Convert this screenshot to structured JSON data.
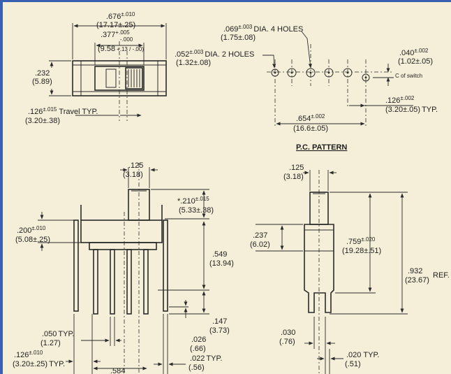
{
  "pc_pattern": {
    "title": "P.C. PATTERN"
  },
  "top_view": {
    "width_in": ".676",
    "width_tol": "±.010",
    "width_mm": "(17.17±.25)",
    "slot_in": ".377",
    "slot_tol_plus": "+.005",
    "slot_tol_minus": "-.000",
    "slot_mm": "(9.58",
    "slot_mm_tol": "+.13 / -.00)",
    "height_in": ".232",
    "height_mm": "(5.89)",
    "travel_in": ".126",
    "travel_tol": "±.015",
    "travel_label": "Travel TYP.",
    "travel_mm": "(3.20±.38)"
  },
  "pattern": {
    "dia4_in": ".069",
    "dia4_tol": "±.003",
    "dia4_label": "DIA. 4 HOLES",
    "dia4_mm": "(1.75±.08)",
    "dia2_in": ".052",
    "dia2_tol": "±.003",
    "dia2_label": "DIA. 2 HOLES",
    "dia2_mm": "(1.32±.08)",
    "offset_in": ".040",
    "offset_tol": "±.002",
    "offset_mm": "(1.02±.05)",
    "cl_label": "C of switch",
    "pitch_in": ".126",
    "pitch_tol": "±.002",
    "pitch_mm": "(3.20±.05)",
    "pitch_typ": "TYP.",
    "span_in": ".654",
    "span_tol": "±.002",
    "span_mm": "(16.6±.05)"
  },
  "front_view": {
    "act_w_in": ".125",
    "act_w_mm": "(3.18)",
    "act_h_in": "*.210",
    "act_h_tol": "±.015",
    "act_h_mm": "(5.33±.38)",
    "flange_in": ".200",
    "flange_tol": "±.010",
    "flange_mm": "(5.08±.25)",
    "body_in": ".549",
    "body_mm": "(13.94)",
    "pin_in": ".147",
    "pin_mm": "(3.73)",
    "pinw_in": ".050",
    "pinw_mm": "(1.27)",
    "pinw_typ": "TYP.",
    "pitch_in": ".126",
    "pitch_tol": "±.010",
    "pitch_mm": "(3.20±.25)",
    "pitch_typ": "TYP.",
    "gap_in": ".026",
    "gap_mm": "(.66)",
    "thk_in": ".022",
    "thk_mm": "(.56)",
    "thk_typ": "TYP.",
    "span_in": ".584"
  },
  "side_view": {
    "act_w_in": ".125",
    "act_w_mm": "(3.18)",
    "mid_in": ".237",
    "mid_mm": "(6.02)",
    "h_in": ".759",
    "h_tol": "±.020",
    "h_mm": "(19.28±.51)",
    "total_in": ".932",
    "total_mm": "(23.67)",
    "total_ref": "REF.",
    "leadw_in": ".030",
    "leadw_mm": "(.76)",
    "leadt_in": ".020",
    "leadt_mm": "(.51)",
    "leadt_typ": "TYP."
  }
}
